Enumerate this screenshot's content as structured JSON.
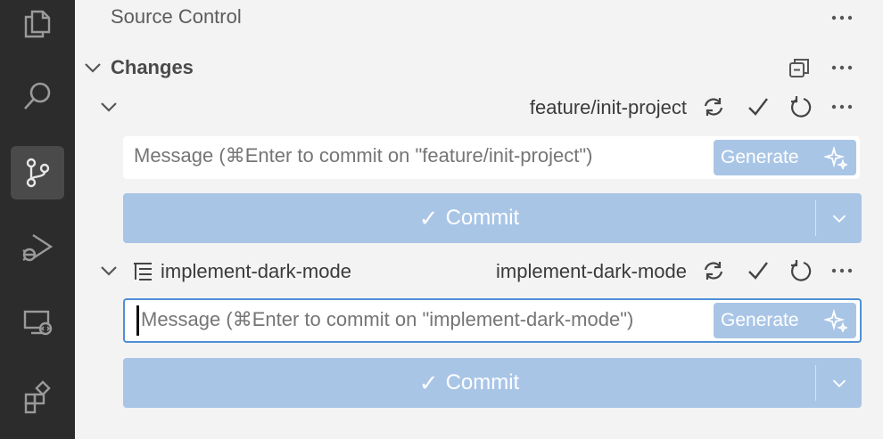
{
  "activity_bar": {
    "items": [
      {
        "name": "explorer",
        "icon": "files-icon",
        "active": false
      },
      {
        "name": "search",
        "icon": "search-icon",
        "active": false
      },
      {
        "name": "source-control",
        "icon": "source-control-icon",
        "active": true
      },
      {
        "name": "run-debug",
        "icon": "run-debug-icon",
        "active": false
      },
      {
        "name": "remote-explorer",
        "icon": "remote-explorer-icon",
        "active": false
      },
      {
        "name": "extensions",
        "icon": "extensions-icon",
        "active": false
      }
    ]
  },
  "panel": {
    "title": "Source Control",
    "section": "Changes"
  },
  "repos": [
    {
      "name": "",
      "branch": "feature/init-project",
      "message_placeholder": "Message (⌘Enter to commit on \"feature/init-project\")",
      "generate_label": "Generate",
      "commit_label": "Commit",
      "focused": false
    },
    {
      "name": "implement-dark-mode",
      "branch": "implement-dark-mode",
      "message_placeholder": "Message (⌘Enter to commit on \"implement-dark-mode\")",
      "generate_label": "Generate",
      "commit_label": "Commit",
      "focused": true
    }
  ],
  "colors": {
    "activity_bar_bg": "#2c2c2c",
    "panel_bg": "#f3f3f3",
    "button_bg": "#a9c5e6",
    "focus_border": "#4f8fd6"
  }
}
